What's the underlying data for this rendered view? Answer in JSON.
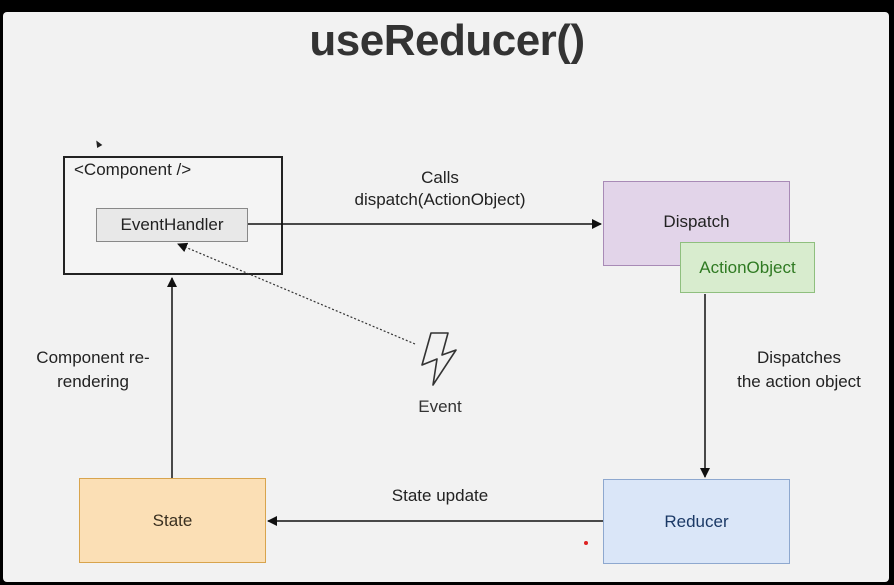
{
  "title": "useReducer()",
  "nodes": {
    "component": {
      "label": "<Component />"
    },
    "event_handler": {
      "label": "EventHandler"
    },
    "dispatch": {
      "label": "Dispatch"
    },
    "action_object": {
      "label": "ActionObject"
    },
    "reducer": {
      "label": "Reducer"
    },
    "state": {
      "label": "State"
    },
    "event": {
      "label": "Event"
    }
  },
  "edges": {
    "calls": {
      "line1": "Calls",
      "line2": "dispatch(ActionObject)"
    },
    "dispatches": {
      "line1": "Dispatches",
      "line2": "the action object"
    },
    "state_update": {
      "label": "State update"
    },
    "rerender": {
      "line1": "Component re-",
      "line2": "rendering"
    }
  },
  "colors": {
    "dispatch_fill": "#e2d4e9",
    "action_object_fill": "#d8ecce",
    "action_object_text": "#2f7a22",
    "reducer_fill": "#dae6f8",
    "state_fill": "#fbdfb5"
  },
  "icons": {
    "event": "lightning-bolt-icon"
  }
}
